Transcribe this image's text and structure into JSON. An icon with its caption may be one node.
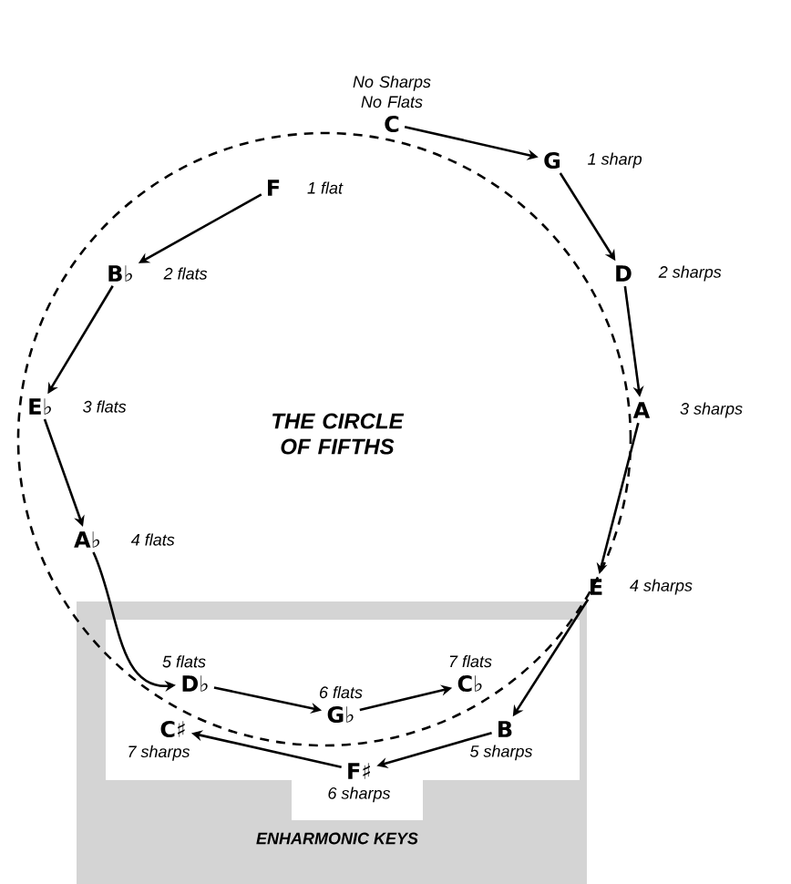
{
  "diagram": {
    "title": "THE CIRCLE OF FIFTHS",
    "nodes": [
      {
        "text": [
          "C"
        ],
        "beside": [
          "No Sharps No Flats"
        ]
      },
      {
        "text": [
          "G"
        ],
        "beside": [
          "1 sharp"
        ]
      },
      {
        "text": [
          "F"
        ],
        "beside": [
          "1 flat"
        ]
      },
      {
        "text": [
          "B♭"
        ],
        "beside": [
          "2 flats"
        ]
      },
      {
        "text": [
          "D"
        ],
        "beside": [
          "2 sharps"
        ]
      },
      {
        "text": [
          "E♭"
        ],
        "beside": [
          "3 flats"
        ]
      },
      {
        "text": [
          "A"
        ],
        "beside": [
          "3 sharps"
        ]
      },
      {
        "text": [
          "A♭"
        ],
        "beside": [
          "4 flats"
        ]
      },
      {
        "text": [
          "E"
        ],
        "beside": [
          "4 sharps"
        ]
      },
      {
        "text": [
          "D♭"
        ],
        "beside": [
          "5 flats"
        ]
      },
      {
        "text": [
          "G♭"
        ],
        "beside": [
          "6 flats"
        ]
      },
      {
        "text": [
          "C♭"
        ],
        "beside": [
          "7 flats"
        ]
      },
      {
        "text": [
          "C♯"
        ],
        "beside": [
          "7 sharps"
        ]
      },
      {
        "text": [
          "B"
        ],
        "beside": [
          "5 sharps"
        ]
      },
      {
        "text": [
          "F♯"
        ],
        "beside": [
          "6 sharps"
        ]
      }
    ],
    "edges": [
      {
        "from": 0,
        "to": 1,
        "arrow": "to"
      },
      {
        "from": 1,
        "to": 4,
        "arrow": "to"
      },
      {
        "from": 4,
        "to": 6,
        "arrow": "to"
      },
      {
        "from": 6,
        "to": 8,
        "arrow": "to"
      },
      {
        "from": 8,
        "to": 13,
        "arrow": "to"
      },
      {
        "from": 13,
        "to": 14,
        "arrow": "to"
      },
      {
        "from": 14,
        "to": 12,
        "arrow": "to"
      },
      {
        "from": 2,
        "to": 3,
        "arrow": "to"
      },
      {
        "from": 3,
        "to": 5,
        "arrow": "to"
      },
      {
        "from": 5,
        "to": 7,
        "arrow": "to"
      },
      {
        "from": 7,
        "to": 9,
        "arrow": "to"
      },
      {
        "from": 9,
        "to": 10,
        "arrow": "to"
      },
      {
        "from": 10,
        "to": 11,
        "arrow": "to"
      }
    ],
    "labels": [
      "ENHARMONIC KEYS"
    ]
  }
}
